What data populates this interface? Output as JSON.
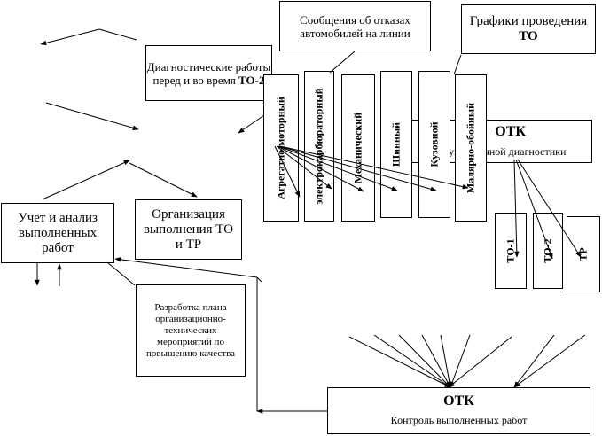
{
  "boxes": {
    "failure_reports": "Сообщения об отказах автомобилей на линии",
    "schedule_prefix": "Графики проведения ",
    "schedule_bold": "ТО",
    "diag_prefix": "Диагностические работы перед и во время ",
    "diag_bold": "ТО-2",
    "otk_diag_title": "ОТК",
    "otk_diag_sub": "Пост углубленной диагностики",
    "accounting": "Учет и анализ выполненных работ",
    "organization": "Организация выполнения ТО и ТР",
    "plan": "Разработка плана организационно-технических мероприятий по повышению качества",
    "otk_control_title": "ОТК",
    "otk_control_sub": "Контроль выполненных работ"
  },
  "workshops": [
    "Агрегатно-моторный",
    "электрокарбюраторный",
    "Механический",
    "Шинный",
    "Кузовной",
    "Малярно-обойный"
  ],
  "service_types": [
    "ТО-1",
    "ТО-2",
    "ТР"
  ]
}
